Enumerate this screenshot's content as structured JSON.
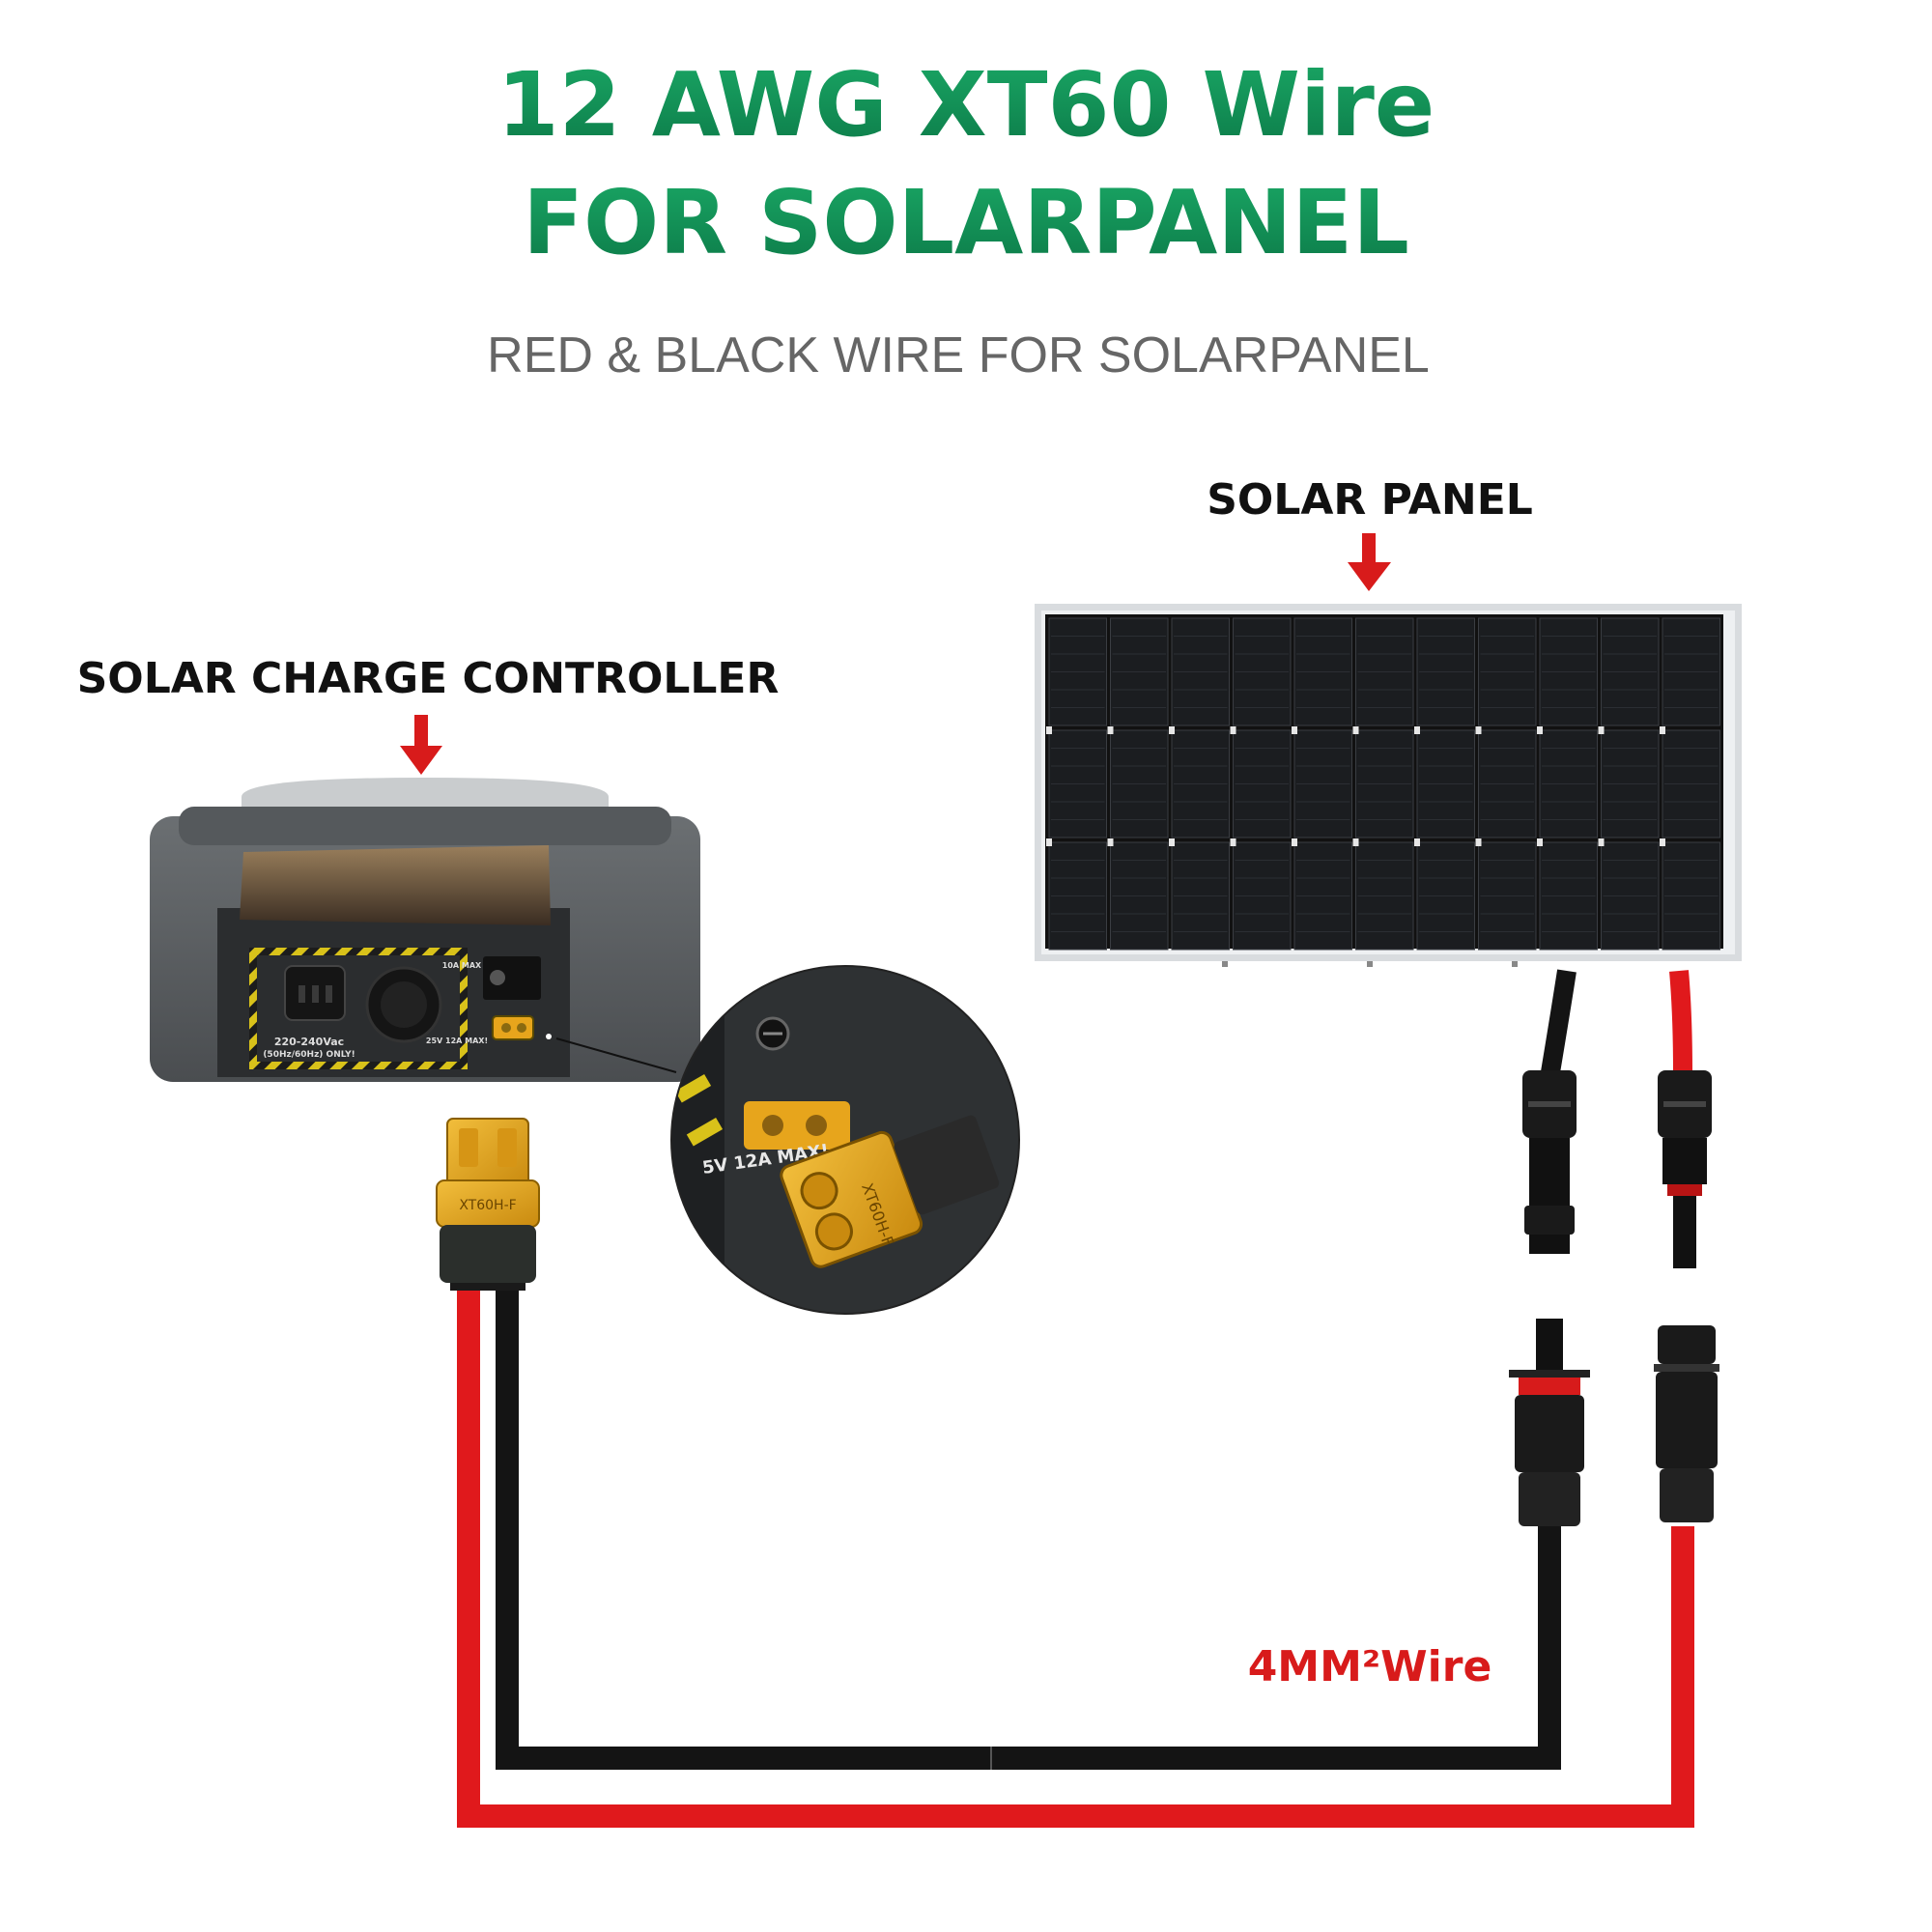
{
  "title": {
    "line1": "12 AWG XT60 Wire",
    "line2": "FOR SOLARPANEL",
    "color": "#12935A"
  },
  "subtitle": {
    "text": "RED & BLACK WIRE FOR SOLARPANEL",
    "color": "#666666"
  },
  "labels": {
    "solar_panel": "SOLAR PANEL",
    "solar_charge_controller": "SOLAR CHARGE CONTROLLER",
    "wire_spec": "4MM²Wire"
  },
  "device_panel": {
    "ac_input_text": "220-240Vac",
    "freq_text": "(50Hz/60Hz) ONLY!",
    "max_10a": "10A MAX",
    "dc_25v_12a": "25V 12A MAX!"
  },
  "zoom_inset": {
    "port_label": "5V 12A MAX!",
    "connector_print": "XT60H-F"
  },
  "connector_print": "XT60H-F",
  "colors": {
    "accent_green": "#12935A",
    "arrow_red": "#D81B1B",
    "wire_red": "#E0191C",
    "wire_black": "#141414",
    "xt60_yellow": "#E7A51C",
    "wire_label_red": "#D81B1B"
  },
  "icons": {
    "arrow_down": "arrow-down-icon",
    "screw": "screw-icon"
  }
}
